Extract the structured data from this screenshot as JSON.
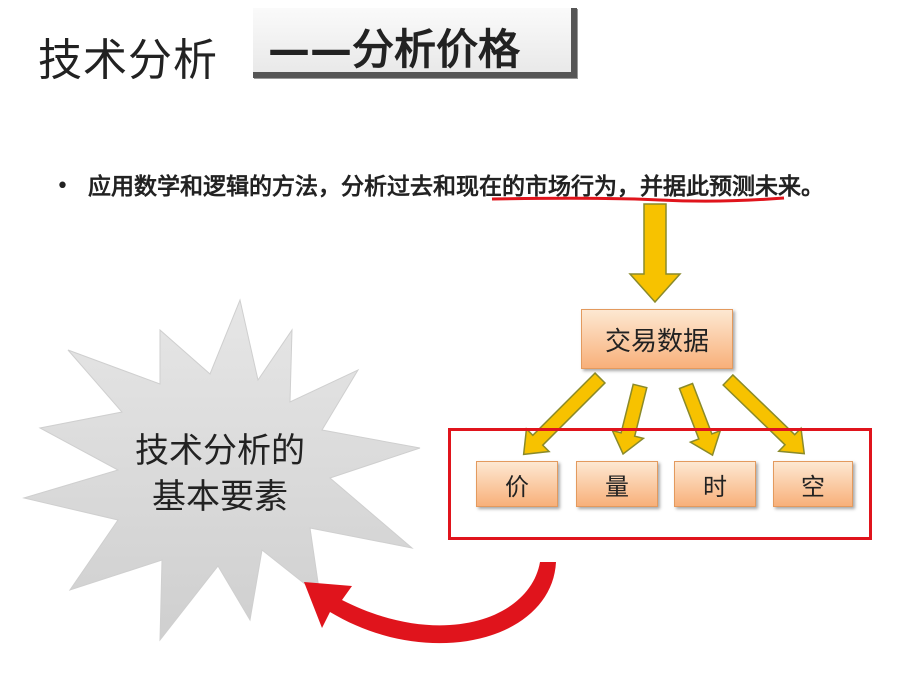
{
  "title": {
    "main": "技术分析",
    "subtitle": "——分析价格"
  },
  "bullet": {
    "text": "应用数学和逻辑的方法，分析过去和现在的市场行为，并据此预测未来。"
  },
  "flow": {
    "data_box": "交易数据",
    "elements": [
      "价",
      "量",
      "时",
      "空"
    ]
  },
  "starburst": {
    "line1": "技术分析的",
    "line2": "基本要素"
  },
  "colors": {
    "arrow_fill": "#f7c200",
    "arrow_stroke": "#8a8a2a",
    "red": "#e0141c",
    "box_gradient_top": "#fde8d2",
    "box_gradient_bottom": "#f8b07a",
    "star_fill": "#d9d9d9"
  }
}
